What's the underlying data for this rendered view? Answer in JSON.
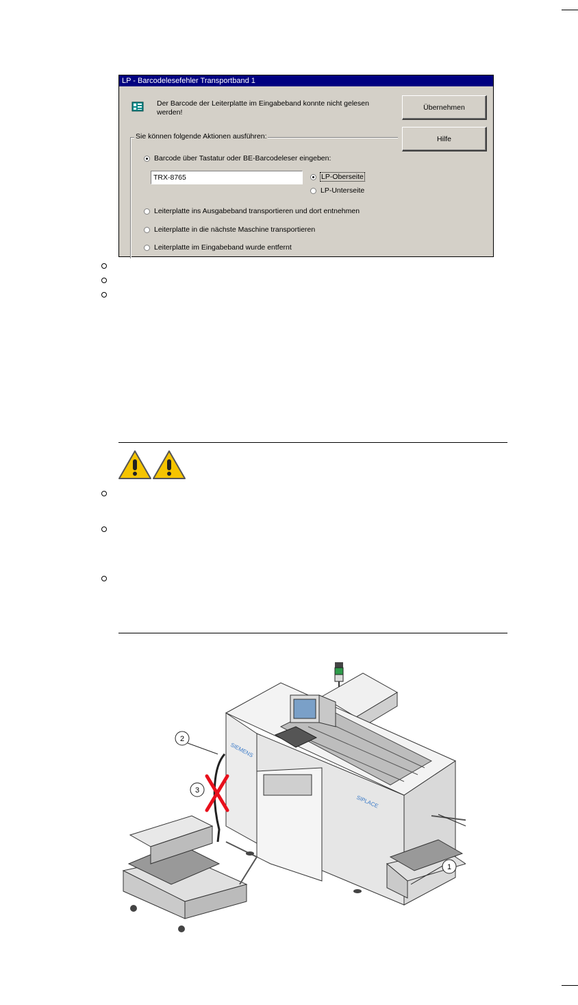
{
  "dialog": {
    "title": "LP - Barcodelesefehler Transportband 1",
    "message": "Der Barcode der Leiterplatte im Eingabeband konnte nicht gelesen werden!",
    "buttons": {
      "apply": "Übernehmen",
      "help": "Hilfe"
    },
    "group_label": "Sie können folgende Aktionen ausführen:",
    "options": [
      "Barcode über Tastatur oder BE-Barcodeleser eingeben:",
      "Leiterplatte ins Ausgabeband transportieren und dort entnehmen",
      "Leiterplatte in die nächste Maschine transportieren",
      "Leiterplatte im Eingabeband wurde entfernt"
    ],
    "barcode_value": "TRX-8765",
    "side_options": [
      "LP-Oberseite",
      "LP-Unterseite"
    ]
  },
  "figure": {
    "brand": "SIEMENS",
    "model": "SIPLACE",
    "callouts": [
      "1",
      "2",
      "3"
    ]
  },
  "colors": {
    "titlebar": "#000080",
    "dialog_bg": "#d4d0c8",
    "warning_yellow": "#f5c400",
    "cross_red": "#e8101c"
  }
}
